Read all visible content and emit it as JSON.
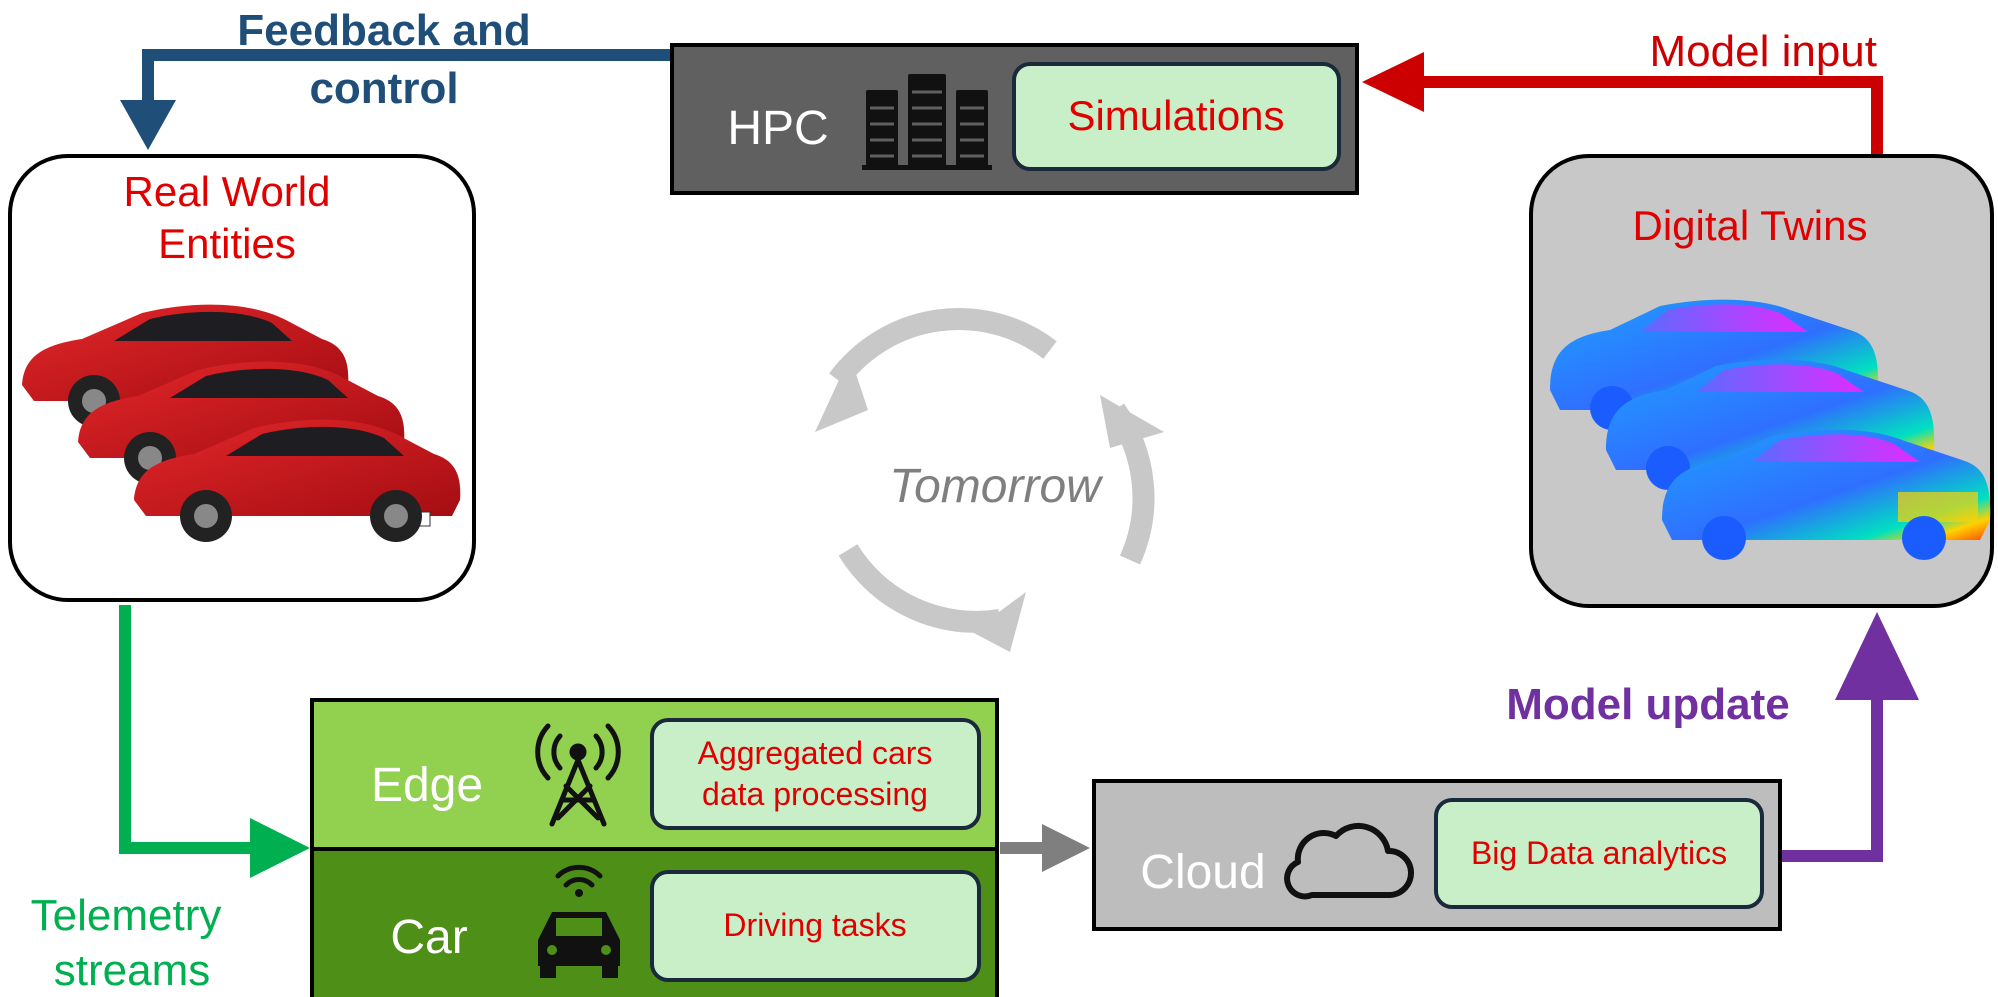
{
  "labels": {
    "feedback_line1": "Feedback and",
    "feedback_line2": "control",
    "model_input": "Model input",
    "model_update": "Model update",
    "telemetry_line1": "Telemetry",
    "telemetry_line2": "streams",
    "center_cycle": "Tomorrow"
  },
  "hpc": {
    "title": "HPC",
    "task": "Simulations"
  },
  "real_world": {
    "title_line1": "Real World",
    "title_line2": "Entities"
  },
  "digital_twins": {
    "title": "Digital Twins"
  },
  "edge": {
    "title": "Edge",
    "task_line1": "Aggregated cars",
    "task_line2": "data processing"
  },
  "car": {
    "title": "Car",
    "task": "Driving tasks"
  },
  "cloud": {
    "title": "Cloud",
    "task": "Big Data analytics"
  },
  "colors": {
    "feedback": "#1f4e79",
    "model_input": "#cc0000",
    "model_update": "#7030a0",
    "telemetry": "#00b050",
    "task_text": "#e00000",
    "task_fill": "#c9efc9",
    "hpc_fill": "#606060",
    "edge_fill": "#92d050",
    "car_fill": "#4e8f17",
    "cloud_fill": "#bdbdbd",
    "twins_fill": "#c8c8c8",
    "cycle": "#c8c8c8"
  }
}
